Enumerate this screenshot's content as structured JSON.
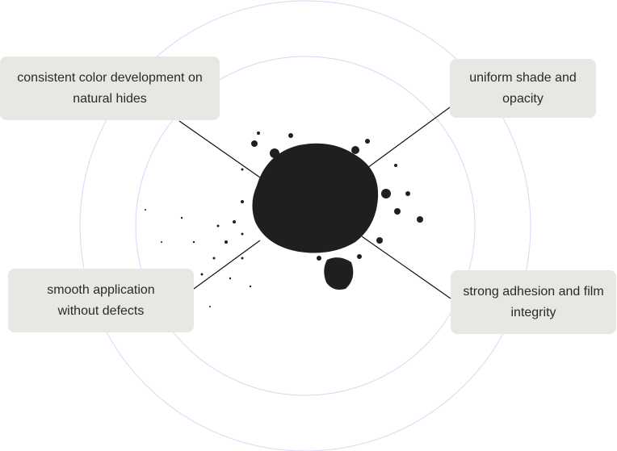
{
  "features": [
    {
      "label": "consistent color development on natural hides"
    },
    {
      "label": "uniform shade and opacity"
    },
    {
      "label": "smooth application without defects"
    },
    {
      "label": "strong adhesion and film integrity"
    }
  ],
  "colors": {
    "box": "#e9e7e3",
    "ring": "#d6d4f5",
    "powder": "#1f1f22"
  }
}
